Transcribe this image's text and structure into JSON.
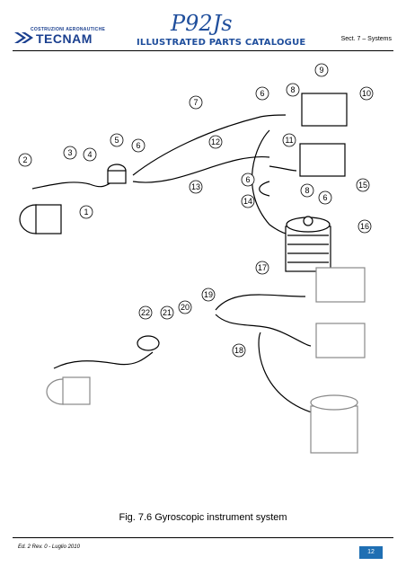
{
  "header": {
    "brand_tagline": "COSTRUZIONI AERONAUTICHE",
    "brand_name": "TECNAM",
    "product": "P92Js",
    "title": "ILLUSTRATED PARTS CATALOGUE",
    "section": "Sect. 7 – Systems"
  },
  "diagram": {
    "callouts": [
      "1",
      "2",
      "3",
      "4",
      "5",
      "6",
      "6",
      "6",
      "6",
      "7",
      "8",
      "8",
      "9",
      "10",
      "11",
      "12",
      "13",
      "14",
      "15",
      "16",
      "17",
      "18",
      "19",
      "20",
      "21",
      "22"
    ]
  },
  "caption": "Fig. 7.6 Gyroscopic instrument system",
  "footer": {
    "edition": "Ed. 2 Rev. 0 - Luglio 2010",
    "page": "12"
  }
}
